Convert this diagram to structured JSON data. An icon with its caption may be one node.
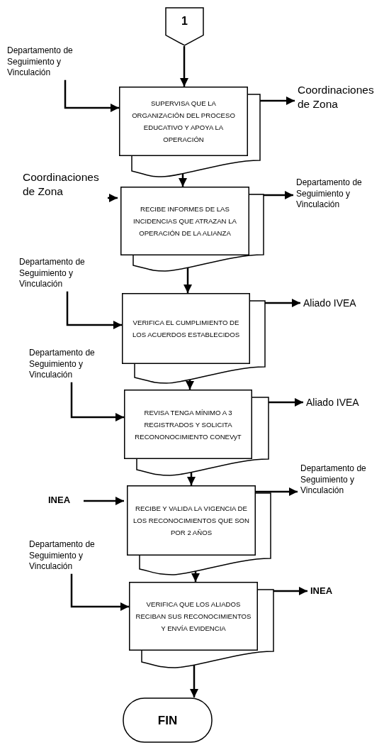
{
  "diagram": {
    "nodes": [
      {
        "text": [
          "1"
        ]
      },
      {
        "text": [
          "Departamento de Seguimiento y Vinculación"
        ]
      },
      {
        "text": [
          "SUPERVISA QUE LA ORGANIZACIÓN DEL PROCESO EDUCATIVO Y APOYA LA OPERACIÓN"
        ]
      },
      {
        "text": [
          "Coordinaciones de Zona"
        ]
      },
      {
        "text": [
          "Coordinaciones de Zona"
        ]
      },
      {
        "text": [
          "RECIBE INFORMES DE LAS INCIDENCIAS QUE ATRAZAN LA OPERACIÓN DE LA ALIANZA"
        ]
      },
      {
        "text": [
          "Departamento de Seguimiento y Vinculación"
        ]
      },
      {
        "text": [
          "Departamento de Seguimiento y Vinculación"
        ]
      },
      {
        "text": [
          "VERIFICA EL CUMPLIMIENTO DE LOS ACUERDOS ESTABLECIDOS"
        ]
      },
      {
        "text": [
          "Aliado IVEA"
        ]
      },
      {
        "text": [
          "Departamento de Seguimiento y Vinculación"
        ]
      },
      {
        "text": [
          "REVISA TENGA MÍNIMO A 3 REGISTRADOS Y SOLICITA RECONONOCIMIENTO CONEVyT"
        ]
      },
      {
        "text": [
          "Aliado IVEA"
        ]
      },
      {
        "text": [
          "INEA"
        ]
      },
      {
        "text": [
          "RECIBE Y VALIDA LA VIGENCIA DE LOS RECONOCIMIENTOS QUE SON POR 2 AÑOS"
        ]
      },
      {
        "text": [
          "Departamento de Seguimiento y Vinculación"
        ]
      },
      {
        "text": [
          "Departamento de Seguimiento y Vinculación"
        ]
      },
      {
        "text": [
          "VERIFICA QUE LOS ALIADOS RECIBAN SUS RECONOCIMIENTOS Y ENVÍA EVIDENCIA"
        ]
      },
      {
        "text": [
          "INEA"
        ]
      },
      {
        "text": [
          "FIN"
        ]
      }
    ],
    "edges": [
      {
        "from": 0,
        "to": 2,
        "arrow": "to"
      },
      {
        "from": 1,
        "to": 2,
        "arrow": "to"
      },
      {
        "from": 2,
        "to": 3,
        "arrow": "to"
      },
      {
        "from": 4,
        "to": 5,
        "arrow": "to"
      },
      {
        "from": 2,
        "to": 5,
        "arrow": "to"
      },
      {
        "from": 5,
        "to": 6,
        "arrow": "to"
      },
      {
        "from": 7,
        "to": 8,
        "arrow": "to"
      },
      {
        "from": 5,
        "to": 8,
        "arrow": "to"
      },
      {
        "from": 8,
        "to": 9,
        "arrow": "to"
      },
      {
        "from": 10,
        "to": 11,
        "arrow": "to"
      },
      {
        "from": 8,
        "to": 11,
        "arrow": "to"
      },
      {
        "from": 11,
        "to": 12,
        "arrow": "to"
      },
      {
        "from": 13,
        "to": 14,
        "arrow": "to"
      },
      {
        "from": 11,
        "to": 14,
        "arrow": "to"
      },
      {
        "from": 14,
        "to": 15,
        "arrow": "to"
      },
      {
        "from": 16,
        "to": 17,
        "arrow": "to"
      },
      {
        "from": 14,
        "to": 17,
        "arrow": "to"
      },
      {
        "from": 17,
        "to": 18,
        "arrow": "to"
      },
      {
        "from": 17,
        "to": 19,
        "arrow": "to"
      }
    ]
  }
}
